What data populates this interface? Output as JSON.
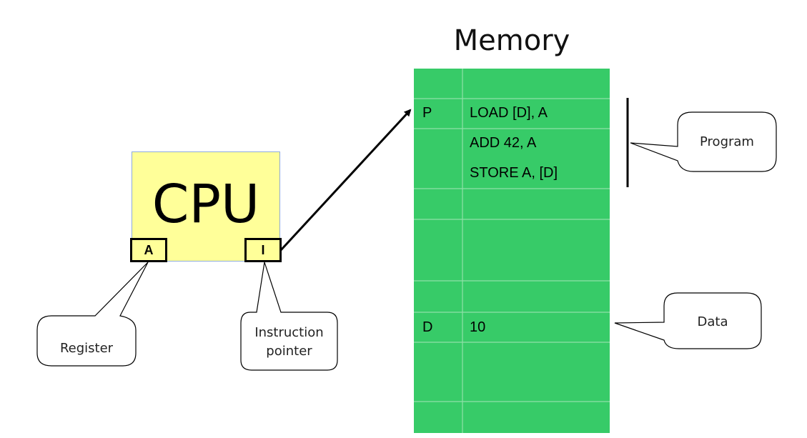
{
  "memory": {
    "title": "Memory",
    "color": "#37cb68",
    "grid_color": "#8fe0a8",
    "cells": [
      {
        "label": "",
        "content": ""
      },
      {
        "label": "P",
        "content": "LOAD [D], A"
      },
      {
        "label": "",
        "content": "ADD 42, A"
      },
      {
        "label": "",
        "content": "STORE A, [D]"
      },
      {
        "label": "",
        "content": ""
      },
      {
        "label": "",
        "content": ""
      },
      {
        "label": "",
        "content": ""
      },
      {
        "label": "D",
        "content": "10"
      },
      {
        "label": "",
        "content": ""
      },
      {
        "label": "",
        "content": ""
      }
    ]
  },
  "cpu": {
    "label": "CPU",
    "color": "#ffff99",
    "registers": [
      {
        "id": "A",
        "label": "A"
      },
      {
        "id": "I",
        "label": "I"
      }
    ]
  },
  "callouts": {
    "register": "Register",
    "instruction_pointer_line1": "Instruction",
    "instruction_pointer_line2": "pointer",
    "program": "Program",
    "data": "Data"
  }
}
